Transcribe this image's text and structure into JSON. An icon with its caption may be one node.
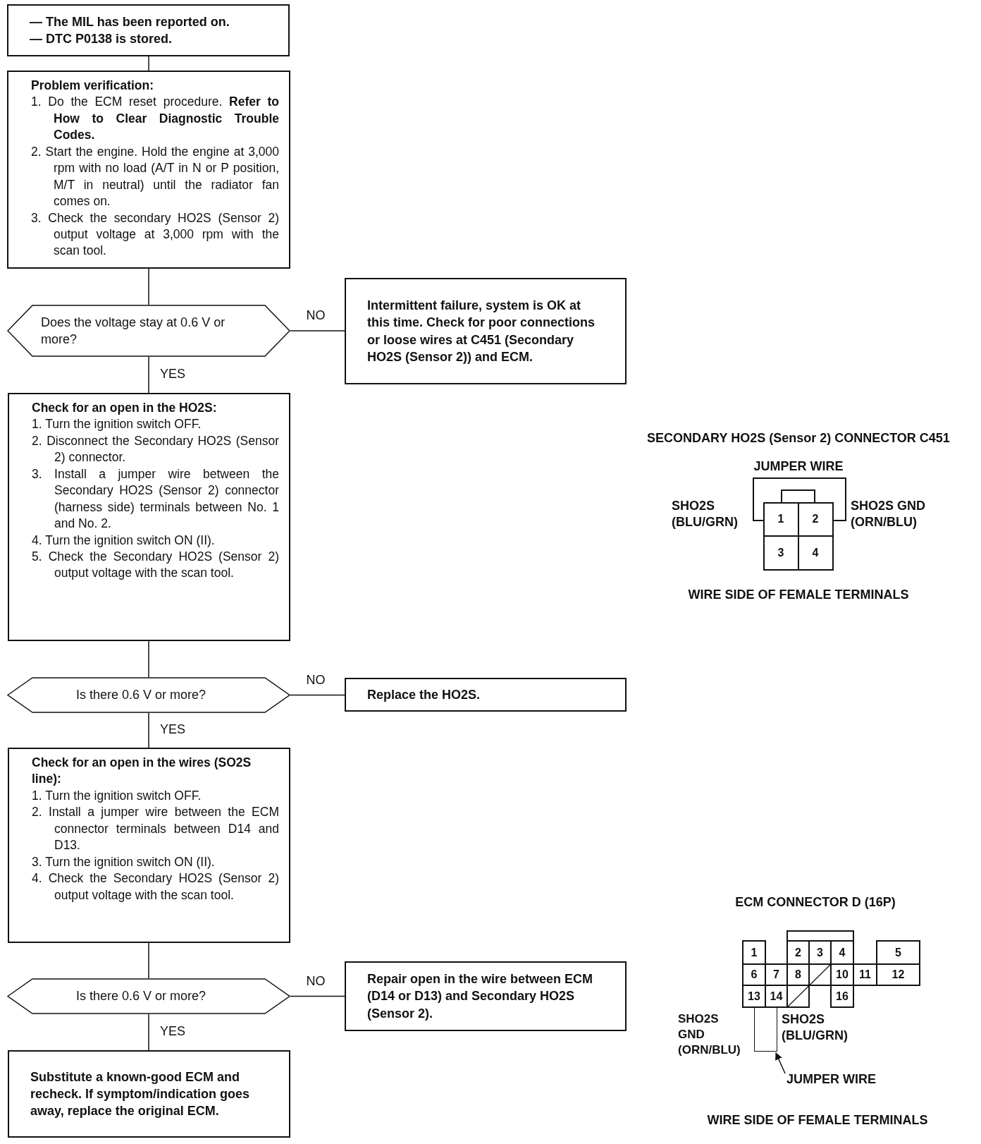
{
  "diagram": {
    "nodes": [
      {
        "text": [
          "— The MIL has been reported on.",
          "— DTC P0138 is stored."
        ]
      },
      {
        "text": [
          "Problem verification:",
          "1. Do the ECM reset procedure. **Refer to How to Clear Diagnostic Trouble Codes.**",
          "2. Start the engine. Hold the engine at 3,000 rpm with no load (A/T in N or P position, M/T in neutral) until the radiator fan comes on.",
          "3. Check the secondary HO2S (Sensor 2) output voltage at 3,000 rpm with the scan tool."
        ]
      },
      {
        "text": [
          "Does the voltage stay at 0.6 V or more?"
        ]
      },
      {
        "text": [
          "Intermittent failure, system is OK at this time. Check for poor connections or loose wires at C451 (Secondary HO2S (Sensor 2)) and ECM."
        ]
      },
      {
        "text": [
          "Check for an open in the HO2S:",
          "1. Turn the ignition switch OFF.",
          "2. Disconnect the Secondary HO2S (Sensor 2) connector.",
          "3. Install a jumper wire between the Secondary HO2S (Sensor 2) connector (harness side) terminals between No. 1 and No. 2.",
          "4. Turn the ignition switch ON (II).",
          "5. Check the Secondary HO2S (Sensor 2) output voltage with the scan tool."
        ]
      },
      {
        "text": [
          "Is there 0.6 V or more?"
        ]
      },
      {
        "text": [
          "Replace the HO2S."
        ]
      },
      {
        "text": [
          "Check for an open in the wires (SO2S line):",
          "1. Turn the ignition switch OFF.",
          "2. Install a jumper wire between the ECM connector terminals between D14 and D13.",
          "3. Turn the ignition switch ON (II).",
          "4. Check the Secondary HO2S (Sensor 2) output voltage with the scan tool."
        ]
      },
      {
        "text": [
          "Is there 0.6 V or more?"
        ]
      },
      {
        "text": [
          "Repair open in the wire between ECM (D14 or D13) and Secondary HO2S (Sensor 2)."
        ]
      },
      {
        "text": [
          "Substitute a known-good ECM and recheck. If symptom/indication goes away, replace the original ECM."
        ]
      },
      {
        "text": [
          "JUMPER WIRE"
        ]
      },
      {
        "text": [],
        "shape": "box"
      }
    ],
    "edges": [
      {
        "from": 0,
        "to": 1,
        "arrow": "none"
      },
      {
        "from": 1,
        "to": 2,
        "arrow": "none"
      },
      {
        "from": 2,
        "to": 3,
        "arrow": "none",
        "label": "NO"
      },
      {
        "from": 2,
        "to": 4,
        "arrow": "none",
        "label": "YES"
      },
      {
        "from": 4,
        "to": 5,
        "arrow": "none"
      },
      {
        "from": 5,
        "to": 6,
        "arrow": "none",
        "label": "NO"
      },
      {
        "from": 5,
        "to": 7,
        "arrow": "none",
        "label": "YES"
      },
      {
        "from": 7,
        "to": 8,
        "arrow": "none"
      },
      {
        "from": 8,
        "to": 9,
        "arrow": "none",
        "label": "NO"
      },
      {
        "from": 8,
        "to": 10,
        "arrow": "none",
        "label": "YES"
      },
      {
        "from": 11,
        "to": 12,
        "arrow": "to"
      }
    ],
    "labels": [
      "SECONDARY HO2S (Sensor 2) CONNECTOR C451",
      "JUMPER WIRE",
      "SHO2S (BLU/GRN)",
      "SHO2S GND (ORN/BLU)",
      "1",
      "2",
      "3",
      "4",
      "WIRE SIDE OF FEMALE TERMINALS",
      "ECM CONNECTOR D (16P)",
      "1",
      "2",
      "3",
      "4",
      "5",
      "6",
      "7",
      "8",
      "10",
      "11",
      "12",
      "13",
      "14",
      "16",
      "SHO2S GND (ORN/BLU)",
      "SHO2S (BLU/GRN)",
      "WIRE SIDE OF FEMALE TERMINALS"
    ]
  }
}
